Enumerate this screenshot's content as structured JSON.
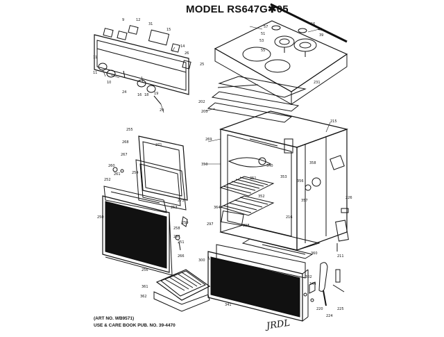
{
  "title": "MODEL RS647G✱05",
  "footer": {
    "art_no": "(ART NO. WB9571)",
    "book_pub": "USE & CARE BOOK PUB. NO. 39-4470",
    "signature": "JRDL"
  },
  "callouts": {
    "c9": "9",
    "c10": "10",
    "c11a": "11",
    "c11b": "11",
    "c12": "12",
    "c14": "14",
    "c15": "15",
    "c16": "16",
    "c18": "18",
    "c19": "19",
    "c24": "24",
    "c25": "25",
    "c26": "26",
    "c29": "29",
    "c31": "31",
    "c39": "39",
    "c49": "49",
    "c51": "51",
    "c53": "53",
    "c55": "55",
    "c56": "56",
    "c57": "57",
    "c202": "202",
    "c203": "203",
    "c211": "211",
    "c215": "215",
    "c216": "216",
    "c220": "220",
    "c224": "224",
    "c225": "225",
    "c226": "226",
    "c231": "231",
    "c250": "250",
    "c251": "251",
    "c252": "252",
    "c253": "253",
    "c254": "254",
    "c255": "255",
    "c256": "256",
    "c257": "257",
    "c258": "258",
    "c259": "259",
    "c260": "260",
    "c261": "261",
    "c266": "266",
    "c267": "267",
    "c268": "268",
    "c269": "269",
    "c271": "271",
    "c273": "273",
    "c297": "297",
    "c298": "298",
    "c300": "300",
    "c302": "302",
    "c340": "340",
    "c341": "341",
    "c344": "344",
    "c350": "350",
    "c351": "351",
    "c352": "352",
    "c353": "353",
    "c356": "356",
    "c357": "357",
    "c358": "358",
    "c360": "360",
    "c361": "361",
    "c362": "362",
    "c364": "364"
  }
}
